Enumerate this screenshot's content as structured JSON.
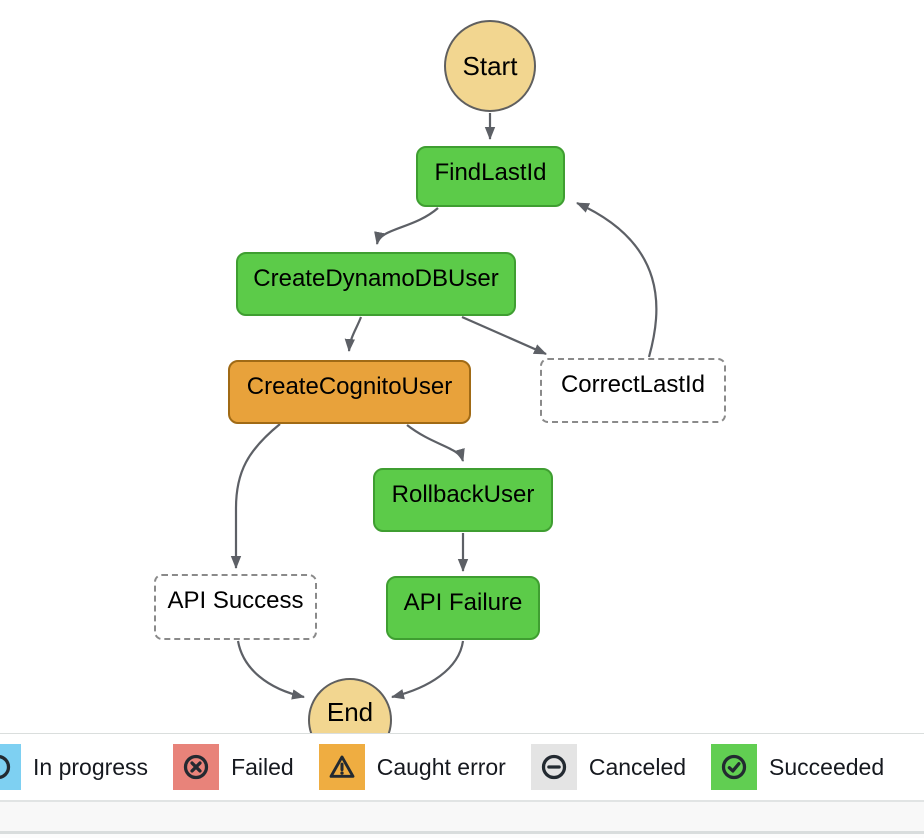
{
  "diagram": {
    "nodes": {
      "start": {
        "label": "Start",
        "kind": "start",
        "fill": "#f2d690"
      },
      "findLastId": {
        "label": "FindLastId",
        "status": "succeeded",
        "fill": "#5ccb49"
      },
      "createDynamoDBUser": {
        "label": "CreateDynamoDBUser",
        "status": "succeeded",
        "fill": "#5ccb49"
      },
      "createCognitoUser": {
        "label": "CreateCognitoUser",
        "status": "caught-error",
        "fill": "#e8a23b"
      },
      "correctLastId": {
        "label": "CorrectLastId",
        "status": "not-executed",
        "fill": "#ffffff"
      },
      "rollbackUser": {
        "label": "RollbackUser",
        "status": "succeeded",
        "fill": "#5ccb49"
      },
      "apiSuccess": {
        "label": "API Success",
        "status": "not-executed",
        "fill": "#ffffff"
      },
      "apiFailure": {
        "label": "API Failure",
        "status": "succeeded",
        "fill": "#5ccb49"
      },
      "end": {
        "label": "End",
        "kind": "end",
        "fill": "#f2d690"
      }
    },
    "edges": [
      {
        "from": "Start",
        "to": "FindLastId"
      },
      {
        "from": "FindLastId",
        "to": "CreateDynamoDBUser"
      },
      {
        "from": "CreateDynamoDBUser",
        "to": "CreateCognitoUser"
      },
      {
        "from": "CreateDynamoDBUser",
        "to": "CorrectLastId"
      },
      {
        "from": "CorrectLastId",
        "to": "FindLastId"
      },
      {
        "from": "CreateCognitoUser",
        "to": "RollbackUser"
      },
      {
        "from": "CreateCognitoUser",
        "to": "API Success"
      },
      {
        "from": "RollbackUser",
        "to": "API Failure"
      },
      {
        "from": "API Success",
        "to": "End"
      },
      {
        "from": "API Failure",
        "to": "End"
      }
    ]
  },
  "legend": {
    "items": [
      {
        "icon": "in-progress-icon",
        "label": "In progress",
        "color": "#7ed0f2"
      },
      {
        "icon": "failed-icon",
        "label": "Failed",
        "color": "#e8837a"
      },
      {
        "icon": "caught-error-icon",
        "label": "Caught error",
        "color": "#efad41"
      },
      {
        "icon": "canceled-icon",
        "label": "Canceled",
        "color": "#e4e4e4"
      },
      {
        "icon": "succeeded-icon",
        "label": "Succeeded",
        "color": "#61ce52"
      }
    ]
  },
  "colors": {
    "node_succeeded": "#5ccb49",
    "node_succeeded_border": "#3f9e31",
    "node_caught_error": "#e8a23b",
    "node_caught_error_border": "#a06a15",
    "node_not_executed_border": "#8a8a8a",
    "terminal_fill": "#f2d690",
    "edge": "#5d6066",
    "legend_icon_stroke": "#232a31"
  }
}
